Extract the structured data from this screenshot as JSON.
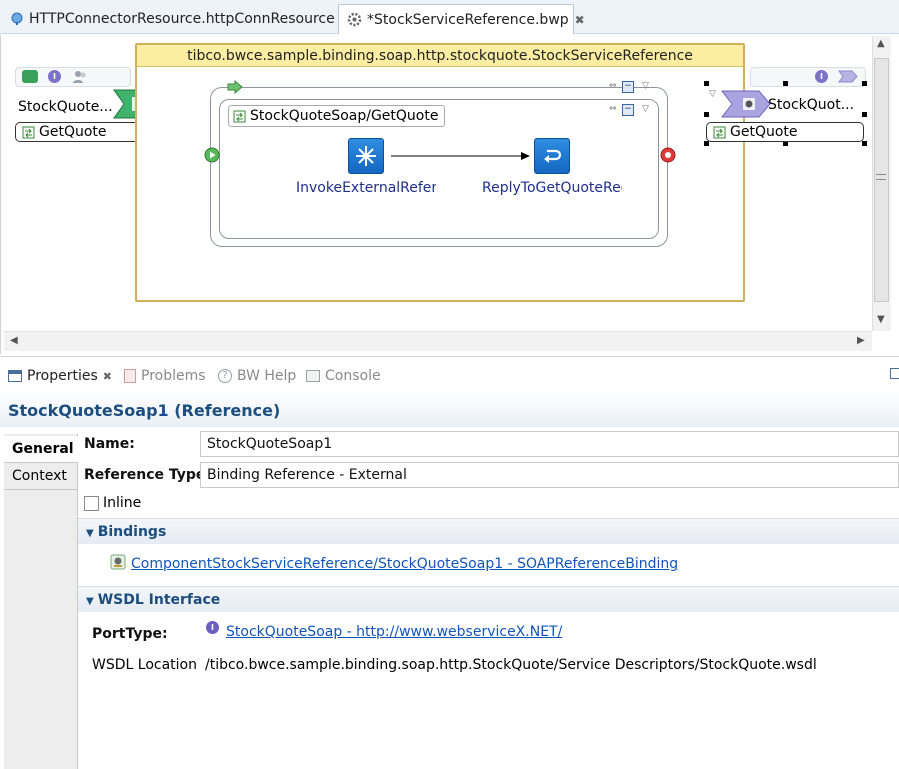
{
  "editor_tabs": [
    {
      "label": "HTTPConnectorResource.httpConnResource",
      "icon": "globe-icon"
    },
    {
      "label": "*StockServiceReference.bwp",
      "icon": "gear-icon",
      "close": "✖"
    }
  ],
  "canvas": {
    "component_title": "tibco.bwce.sample.binding.soap.http.stockquote.StockServiceReference",
    "service": {
      "name": "StockQuote...",
      "operation": "GetQuote"
    },
    "reference": {
      "name": "StockQuot...",
      "operation": "GetQuote"
    },
    "process": {
      "operation_label": "StockQuoteSoap/GetQuote",
      "activities": [
        {
          "label": "InvokeExternalReference",
          "icon": "invoke-icon"
        },
        {
          "label": "ReplyToGetQuoteReq",
          "icon": "reply-icon"
        }
      ]
    }
  },
  "view_tabs": [
    {
      "label": "Properties",
      "icon": "properties-icon",
      "active": true,
      "close": "✖"
    },
    {
      "label": "Problems",
      "icon": "problems-icon",
      "active": false
    },
    {
      "label": "BW Help",
      "icon": "help-icon",
      "active": false
    },
    {
      "label": "Console",
      "icon": "console-icon",
      "active": false
    }
  ],
  "properties": {
    "title": "StockQuoteSoap1 (Reference)",
    "side_tabs": [
      "General",
      "Context"
    ],
    "name_label": "Name:",
    "name_value": "StockQuoteSoap1",
    "reference_type_label": "Reference Type:",
    "reference_type_value": "Binding Reference - External",
    "inline_label": "Inline",
    "inline_checked": false,
    "bindings_section": "Bindings",
    "binding_link": "ComponentStockServiceReference/StockQuoteSoap1 - SOAPReferenceBinding",
    "wsdl_section": "WSDL Interface",
    "porttype_label": "PortType:",
    "porttype_link": "StockQuoteSoap - http://www.webserviceX.NET/",
    "wsdl_location_label": "WSDL Location",
    "wsdl_location_value": "/tibco.bwce.sample.binding.soap.http.StockQuote/Service Descriptors/StockQuote.wsdl"
  },
  "colors": {
    "component_header": "#fbeea3",
    "component_border": "#d0b05c",
    "activity_blue": "#1f7fd8",
    "link_blue": "#1155bb",
    "section_text": "#1c4e7e"
  }
}
